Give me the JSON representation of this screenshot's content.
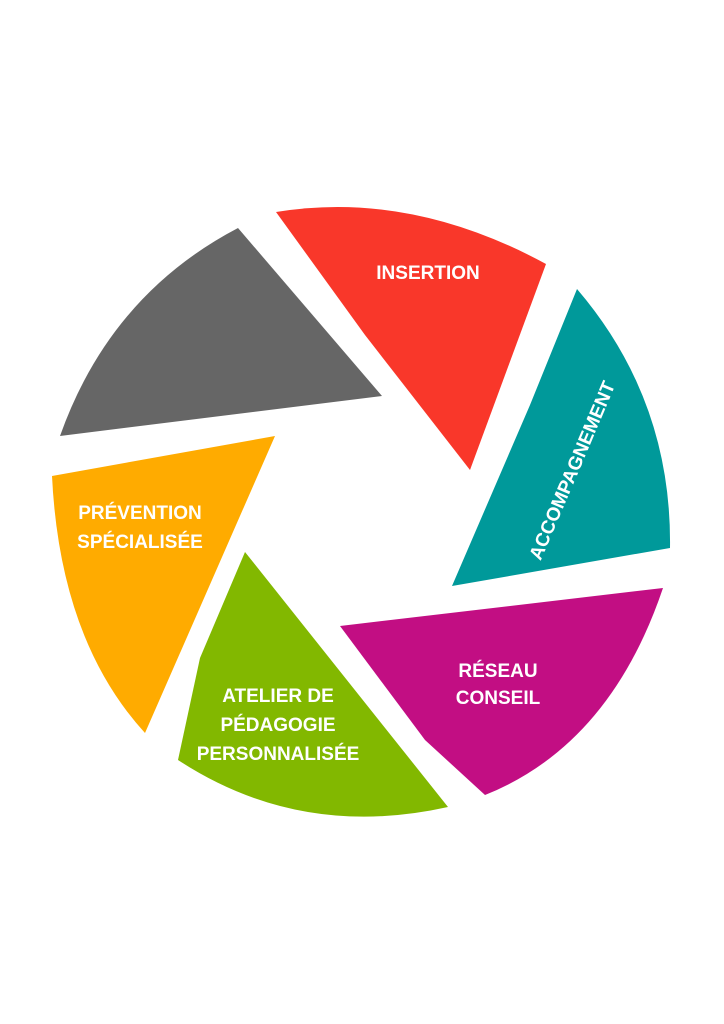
{
  "segments": [
    {
      "id": "insertion",
      "label": "INSERTION",
      "color": "#f9372a"
    },
    {
      "id": "accompagnement",
      "label": "ACCOMPAGNEMENT",
      "color": "#00999a"
    },
    {
      "id": "reseau-conseil",
      "label_lines": [
        "RÉSEAU",
        "CONSEIL"
      ],
      "color": "#c20e83"
    },
    {
      "id": "atelier",
      "label_lines": [
        "ATELIER DE",
        "PÉDAGOGIE",
        "PERSONNALISÉE"
      ],
      "color": "#82b800"
    },
    {
      "id": "prevention",
      "label_lines": [
        "PRÉVENTION",
        "SPÉCIALISÉE"
      ],
      "color": "#ffab00"
    },
    {
      "id": "grey",
      "label": "",
      "color": "#666666"
    }
  ],
  "background": "#ffffff"
}
